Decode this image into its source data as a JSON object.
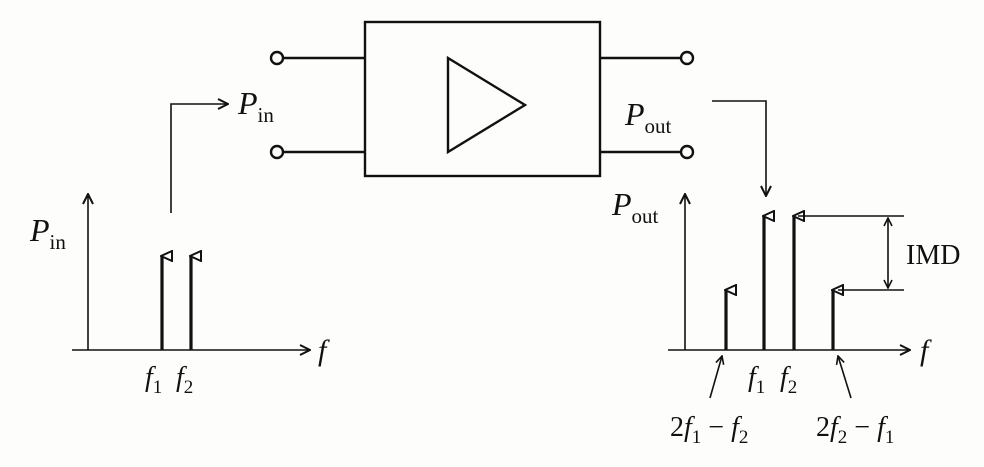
{
  "labels": {
    "pin_top": {
      "main": "P",
      "sub": "in"
    },
    "pout_top": {
      "main": "P",
      "sub": "out"
    },
    "pin_axis": {
      "main": "P",
      "sub": "in"
    },
    "pout_axis": {
      "main": "P",
      "sub": "out"
    },
    "f_axis_left": "f",
    "f_axis_right": "f",
    "imd": "IMD",
    "left_f1": {
      "main": "f",
      "sub": "1"
    },
    "left_f2": {
      "main": "f",
      "sub": "2"
    },
    "right_f1": {
      "main": "f",
      "sub": "1"
    },
    "right_f2": {
      "main": "f",
      "sub": "2"
    },
    "imd_low": {
      "a": "2",
      "b": "f",
      "b_sub": "1",
      "c": " − ",
      "d": "f",
      "d_sub": "2"
    },
    "imd_high": {
      "a": "2",
      "b": "f",
      "b_sub": "2",
      "c": " − ",
      "d": "f",
      "d_sub": "1"
    }
  }
}
